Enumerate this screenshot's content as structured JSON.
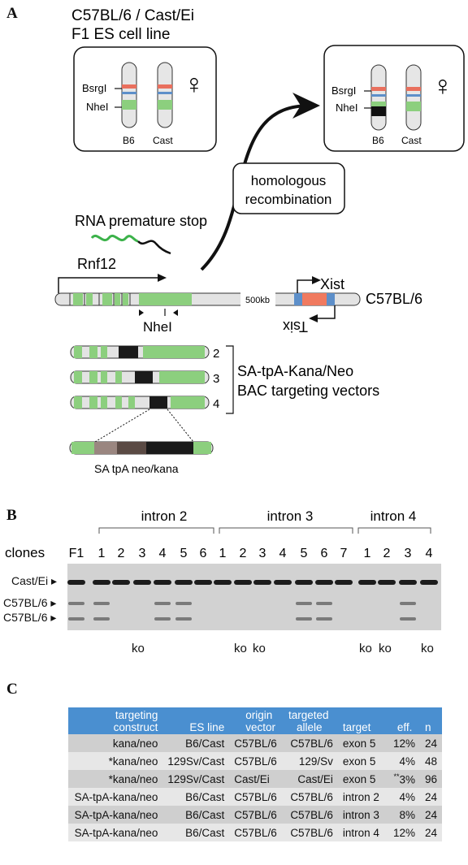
{
  "panelA": {
    "letter": "A",
    "es_cell_line_title_1": "C57BL/6 / Cast/Ei",
    "es_cell_line_title_2": "F1 ES cell line",
    "chrom_left_labels": [
      "BsrgI",
      "NheI"
    ],
    "chrom_names": [
      "B6",
      "Cast"
    ],
    "female_symbol": "♀",
    "hr_label_1": "homologous",
    "hr_label_2": "recombination",
    "rna_label": "RNA premature stop",
    "rnf12_label": "Rnf12",
    "xist_label": "Xist",
    "tsix_label": "Tsix",
    "chrom_label": "C57BL/6",
    "gap_label": "500kb",
    "nhei_label": "NheI",
    "vector_numbers": [
      "2",
      "3",
      "4"
    ],
    "vectors_label_1": "SA-tpA-Kana/Neo",
    "vectors_label_2": "BAC targeting vectors",
    "cassette_label": "SA tpA neo/kana"
  },
  "panelB": {
    "letter": "B",
    "group_labels": [
      "intron 2",
      "intron 3",
      "intron 4"
    ],
    "clones_label": "clones",
    "lanes": [
      "F1",
      "1",
      "2",
      "3",
      "4",
      "5",
      "6",
      "1",
      "2",
      "3",
      "4",
      "5",
      "6",
      "7",
      "1",
      "2",
      "3",
      "4"
    ],
    "band_labels": [
      "Cast/Ei",
      "C57BL/6",
      "C57BL/6"
    ],
    "ko_marks": [
      "ko",
      "ko",
      "ko",
      "ko",
      "ko",
      "ko"
    ]
  },
  "panelC": {
    "letter": "C",
    "headers": {
      "construct_1": "targeting",
      "construct_2": "construct",
      "es_line": "ES line",
      "origin_1": "origin",
      "origin_2": "vector",
      "allele_1": "targeted",
      "allele_2": "allele",
      "target": "target",
      "eff": "eff.",
      "n": "n"
    },
    "rows": [
      {
        "construct": "kana/neo",
        "es_line": "B6/Cast",
        "origin": "C57BL/6",
        "allele": "C57BL/6",
        "target": "exon 5",
        "eff_note": "",
        "eff": "12%",
        "n": "24"
      },
      {
        "construct": "*kana/neo",
        "es_line": "129Sv/Cast",
        "origin": "C57BL/6",
        "allele": "129/Sv",
        "target": "exon 5",
        "eff_note": "",
        "eff": "4%",
        "n": "48"
      },
      {
        "construct": "*kana/neo",
        "es_line": "129Sv/Cast",
        "origin": "Cast/Ei",
        "allele": "Cast/Ei",
        "target": "exon 5",
        "eff_note": "**",
        "eff": "3%",
        "n": "96"
      },
      {
        "construct": "SA-tpA-kana/neo",
        "es_line": "B6/Cast",
        "origin": "C57BL/6",
        "allele": "C57BL/6",
        "target": "intron 2",
        "eff_note": "",
        "eff": "4%",
        "n": "24"
      },
      {
        "construct": "SA-tpA-kana/neo",
        "es_line": "B6/Cast",
        "origin": "C57BL/6",
        "allele": "C57BL/6",
        "target": "intron 3",
        "eff_note": "",
        "eff": "8%",
        "n": "24"
      },
      {
        "construct": "SA-tpA-kana/neo",
        "es_line": "B6/Cast",
        "origin": "C57BL/6",
        "allele": "C57BL/6",
        "target": "intron 4",
        "eff_note": "",
        "eff": "12%",
        "n": "24"
      }
    ]
  },
  "colors": {
    "exon_green": "#8ccf7e",
    "bsrgi_red": "#e9705e",
    "nhei_blue": "#5d8fc9",
    "cassette_black": "#1a1a1a",
    "xist_red": "#f07a5f",
    "table_header": "#4a8fd0"
  }
}
